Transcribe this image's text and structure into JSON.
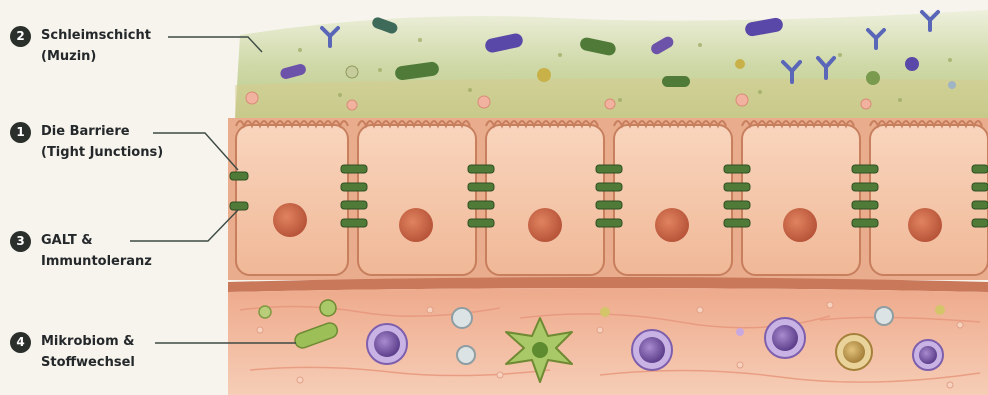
{
  "legend": [
    {
      "number": "2",
      "line1": "Schleimschicht",
      "line2": "(Muzin)"
    },
    {
      "number": "1",
      "line1": "Die Barriere",
      "line2": "(Tight Junctions)"
    },
    {
      "number": "3",
      "line1": "GALT &",
      "line2": "Immuntoleranz"
    },
    {
      "number": "4",
      "line1": "Mikrobiom &",
      "line2": "Stoffwechsel"
    }
  ],
  "colors": {
    "mucus": "#c9d3a3",
    "cell": "#f4c6a6",
    "nucleus": "#cf6a4a",
    "tight_junction": "#3f6a2c",
    "tissue": "#f1b89c",
    "immune_cell": "#6f4e9c",
    "badge": "#2a2f2b"
  },
  "icons": [
    "y-antibody-icon",
    "rod-bacterium-icon",
    "round-bacterium-icon",
    "dendritic-cell-icon",
    "lymphocyte-icon"
  ]
}
